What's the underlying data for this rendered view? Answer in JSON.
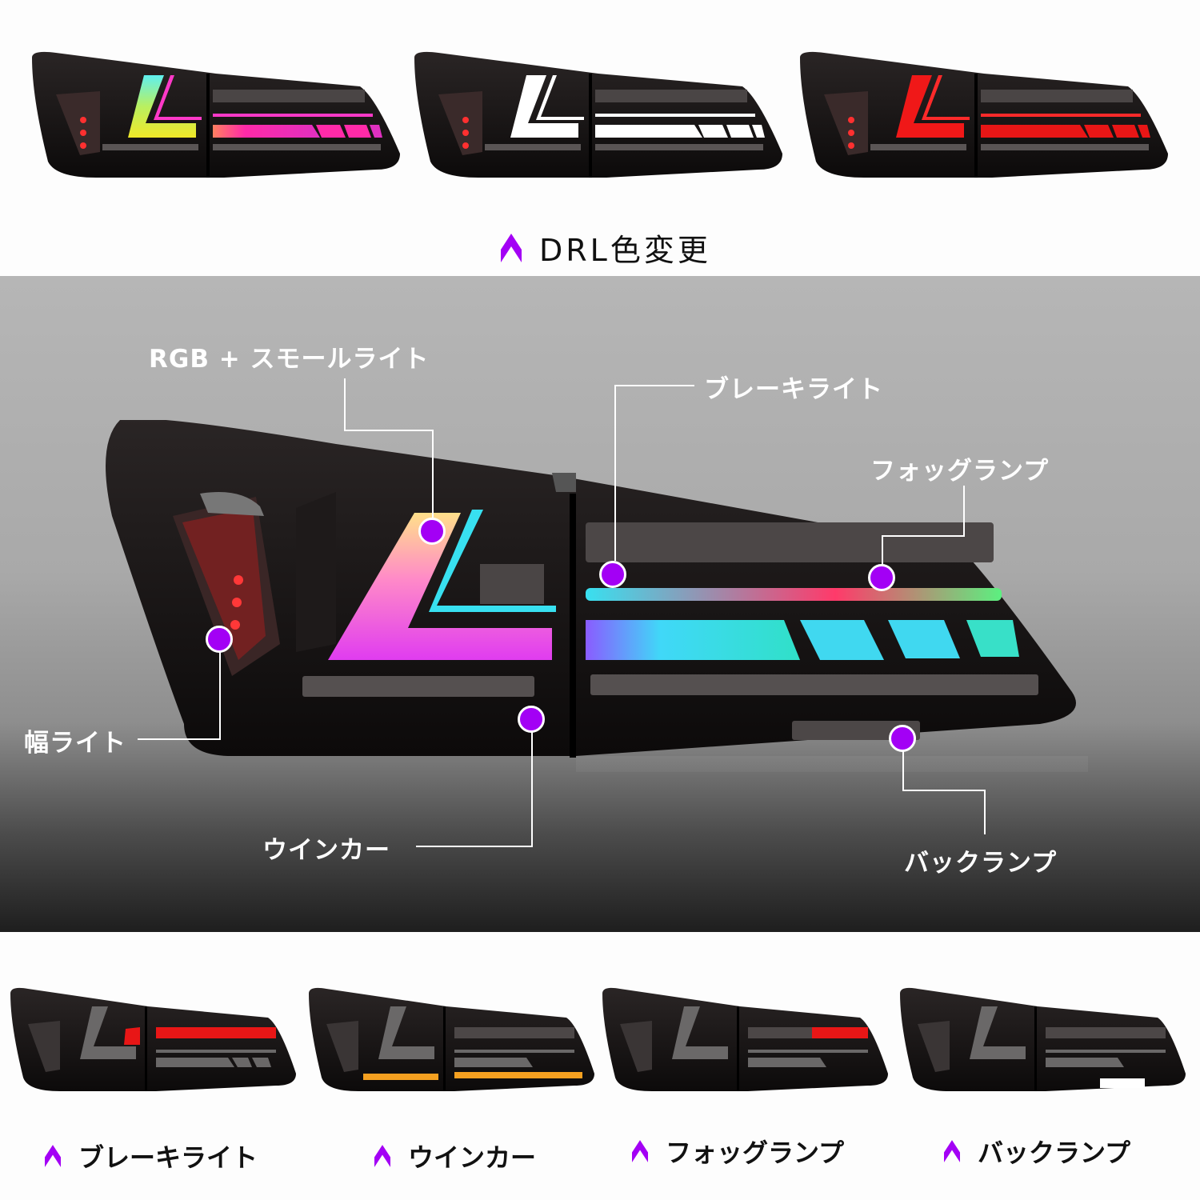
{
  "top": {
    "caption": "DRL色変更",
    "variants": [
      {
        "name": "rgb",
        "l_top": "#5ff0f0",
        "l_bottom": "#e8f030",
        "bar": "#ff2aa8",
        "thin": "#ff39c8"
      },
      {
        "name": "white",
        "l_top": "#ffffff",
        "l_bottom": "#f4f4f4",
        "bar": "#ffffff",
        "thin": "#ffffff"
      },
      {
        "name": "red",
        "l_top": "#ff2a2a",
        "l_bottom": "#e81616",
        "bar": "#f01818",
        "thin": "#ff2a2a"
      }
    ]
  },
  "main": {
    "labels": {
      "rgb_small": "RGB + スモールライト",
      "brake": "ブレーキライト",
      "fog": "フォッグランプ",
      "side": "幅ライト",
      "turn": "ウインカー",
      "back": "バックランプ"
    },
    "marker_color": "#a300f5"
  },
  "bottom": {
    "captions": [
      "ブレーキライト",
      "ウインカー",
      "フォッグランプ",
      "バックランプ"
    ]
  },
  "accent_color": "#a300f5"
}
